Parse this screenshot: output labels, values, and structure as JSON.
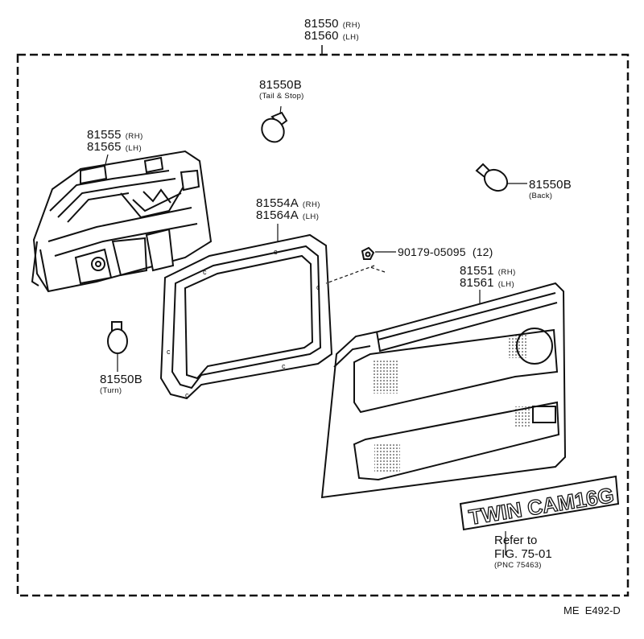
{
  "assembly": {
    "rh_number": "81550",
    "rh_side": "(RH)",
    "lh_number": "81560",
    "lh_side": "(LH)"
  },
  "bulb_tail": {
    "number": "81550B",
    "note": "(Tail & Stop)"
  },
  "bulb_back": {
    "number": "81550B",
    "note": "(Back)"
  },
  "bulb_turn": {
    "number": "81550B",
    "note": "(Turn)"
  },
  "socket": {
    "rh_number": "81555",
    "rh_side": "(RH)",
    "lh_number": "81565",
    "lh_side": "(LH)"
  },
  "gasket": {
    "rh_number": "81554A",
    "rh_side": "(RH)",
    "lh_number": "81564A",
    "lh_side": "(LH)"
  },
  "nut": {
    "number": "90179-05095",
    "qty": "(12)"
  },
  "lens": {
    "rh_number": "81551",
    "rh_side": "(RH)",
    "lh_number": "81561",
    "lh_side": "(LH)"
  },
  "emblem": {
    "text": "TWIN CAM16G"
  },
  "reference": {
    "line1": "Refer to",
    "line2": "FIG. 75-01",
    "line3": "(PNC  75463)"
  },
  "figure_code": "ME  E492-D"
}
